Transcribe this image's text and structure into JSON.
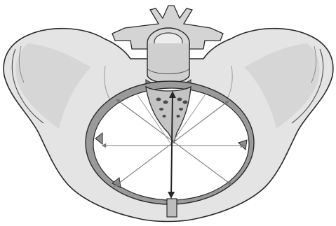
{
  "illustration": {
    "subject": "pelvis-superior-view",
    "structures": [
      "lumbar-vertebra",
      "sacrum",
      "left-iliac-wing",
      "right-iliac-wing",
      "pelvic-inlet",
      "pubic-symphysis"
    ],
    "diameter_lines": [
      "anteroposterior",
      "transverse",
      "left-oblique",
      "right-oblique"
    ],
    "colors": {
      "bone": "#e4e4e4",
      "bone_shade": "#c9c9c9",
      "rim": "#8f8f8f",
      "outline": "#2a2a2a",
      "inlet": "#ffffff",
      "line": "#7a7a7a",
      "axis": "#262626"
    }
  }
}
